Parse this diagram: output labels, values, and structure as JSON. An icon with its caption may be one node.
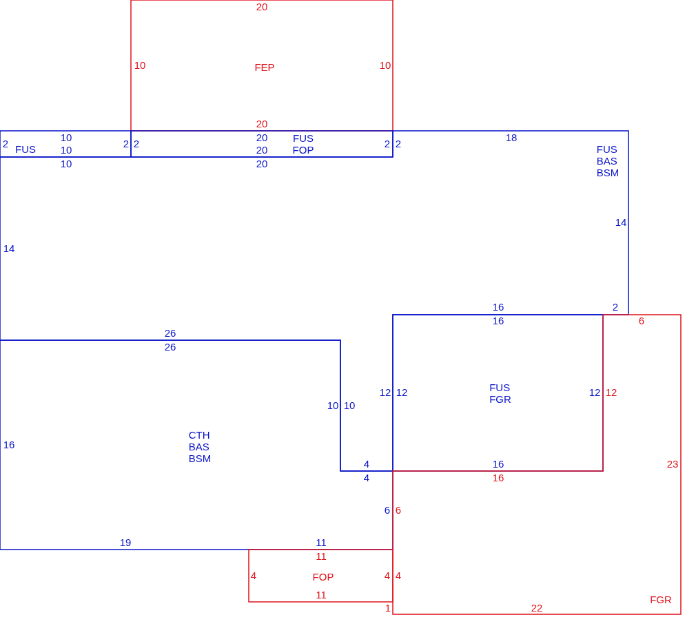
{
  "diagram": {
    "nodes": [
      {
        "text": [
          "FEP"
        ]
      },
      {
        "text": [
          "FUS"
        ]
      },
      {
        "text": [
          "FUS",
          "FOP"
        ]
      },
      {
        "text": [
          "FUS",
          "BAS",
          "BSM"
        ]
      },
      {
        "text": [
          "CTH",
          "BAS",
          "BSM"
        ]
      },
      {
        "text": [
          "FUS",
          "FGR"
        ]
      },
      {
        "text": [
          "FGR"
        ]
      },
      {
        "text": [
          "FOP"
        ]
      }
    ],
    "edges": [],
    "labels": [
      "20",
      "10",
      "10",
      "20",
      "10",
      "20",
      "18",
      "2",
      "2",
      "2",
      "2",
      "2",
      "10",
      "20",
      "10",
      "20",
      "14",
      "14",
      "16",
      "2",
      "16",
      "6",
      "26",
      "26",
      "12",
      "12",
      "12",
      "12",
      "10",
      "10",
      "16",
      "4",
      "16",
      "23",
      "4",
      "16",
      "6",
      "6",
      "19",
      "11",
      "11",
      "4",
      "4",
      "4",
      "11",
      "1",
      "22"
    ]
  }
}
